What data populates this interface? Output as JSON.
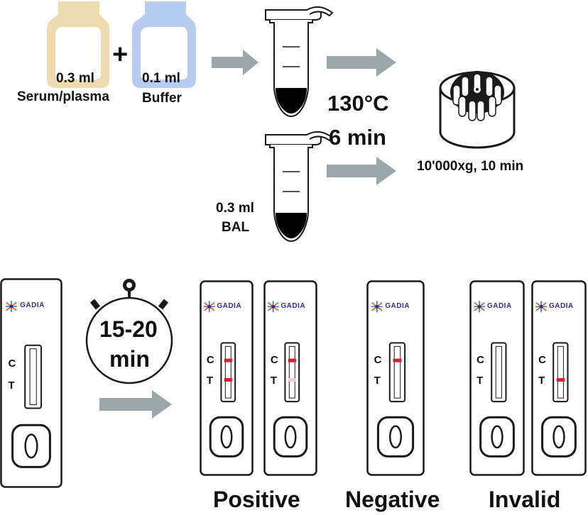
{
  "colors": {
    "serum_vial": "#ecdcb0",
    "buffer_vial": "#b6cdf0",
    "arrow": "#9aa6aa",
    "band": "#d8202a",
    "band_faint": "#f7c9cc",
    "outline": "#1a1a1a"
  },
  "step1": {
    "serum_volume": "0.3 ml",
    "serum_label": "Serum/plasma",
    "plus": "+",
    "buffer_volume": "0.1 ml",
    "buffer_label": "Buffer"
  },
  "step2": {
    "temperature": "130°C",
    "duration": "6 min",
    "bal_volume": "0.3 ml",
    "bal_label": "BAL"
  },
  "step3": {
    "centrifuge": "10'000xg, 10 min"
  },
  "timer": {
    "line1": "15-20",
    "line2": "min"
  },
  "brand": "GADIA",
  "cassette_labels": {
    "control": "C",
    "test": "T"
  },
  "results": {
    "positive": "Positive",
    "negative": "Negative",
    "invalid": "Invalid"
  },
  "icons": {
    "serum": "vial-icon",
    "buffer": "vial-icon",
    "tube": "eppendorf-tube-icon",
    "rotor": "centrifuge-rotor-icon",
    "timer": "stopwatch-icon",
    "arrow": "arrow-right-icon",
    "logo": "gadia-logo-icon"
  }
}
